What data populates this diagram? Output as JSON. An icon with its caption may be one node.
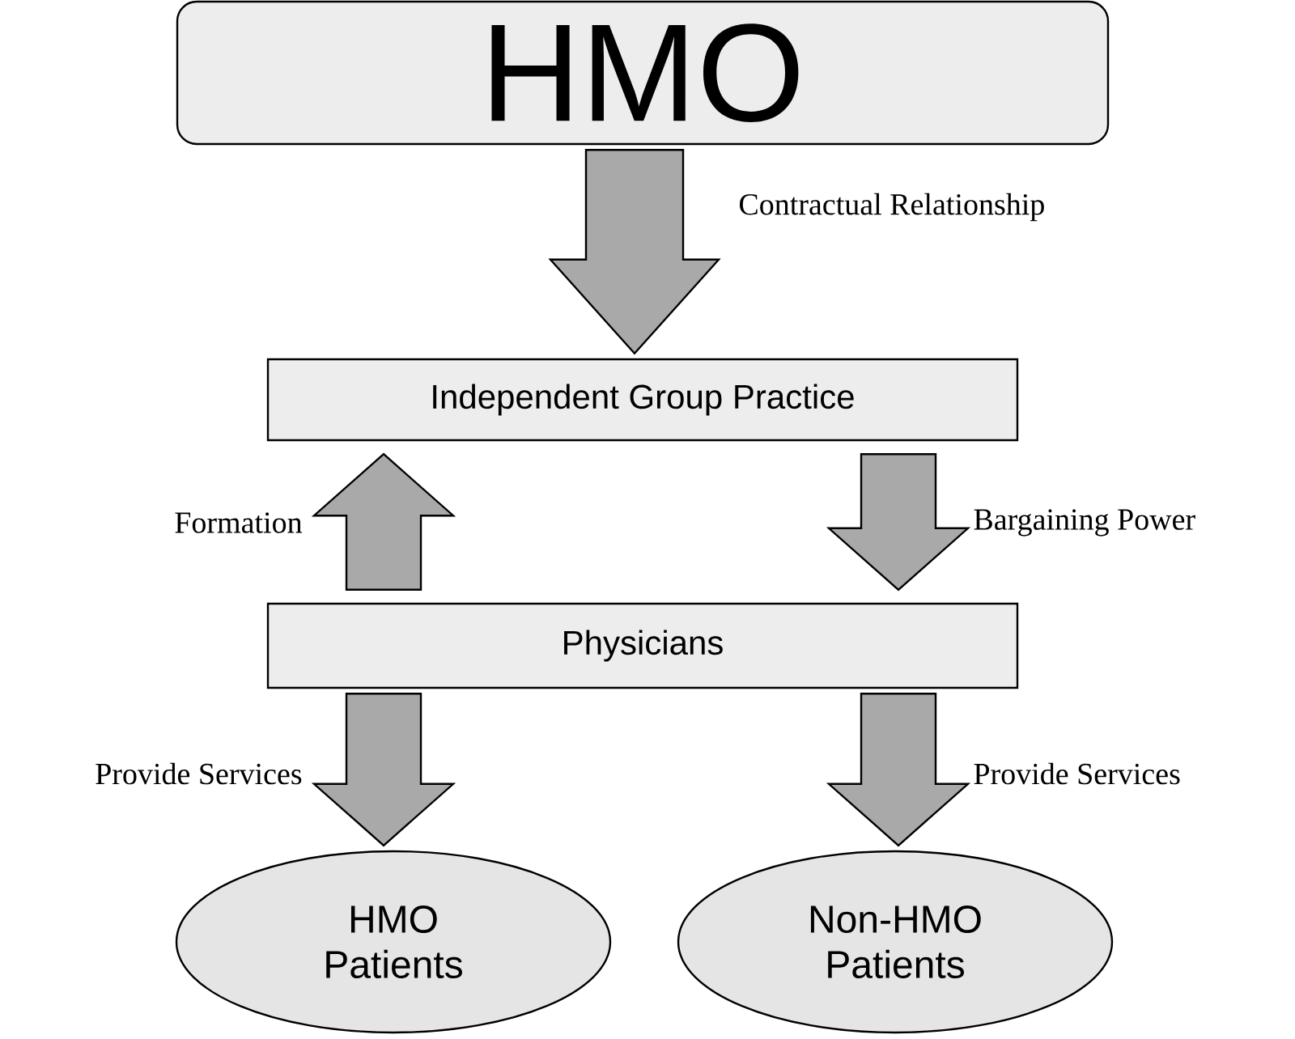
{
  "diagram": {
    "nodes": [
      {
        "text": [
          "HMO"
        ]
      },
      {
        "text": [
          "Independent Group Practice"
        ]
      },
      {
        "text": [
          "Physicians"
        ]
      },
      {
        "text": [
          "HMO Patients"
        ]
      },
      {
        "text": [
          "Non-HMO Patients"
        ]
      }
    ],
    "edges": [
      {
        "from": 0,
        "to": 1,
        "arrow": "to",
        "label": "Contractual Relationship"
      },
      {
        "from": 2,
        "to": 1,
        "arrow": "to",
        "label": "Formation"
      },
      {
        "from": 1,
        "to": 2,
        "arrow": "to",
        "label": "Bargaining Power"
      },
      {
        "from": 2,
        "to": 3,
        "arrow": "to",
        "label": "Provide Services"
      },
      {
        "from": 2,
        "to": 4,
        "arrow": "to",
        "label": "Provide Services"
      }
    ]
  }
}
